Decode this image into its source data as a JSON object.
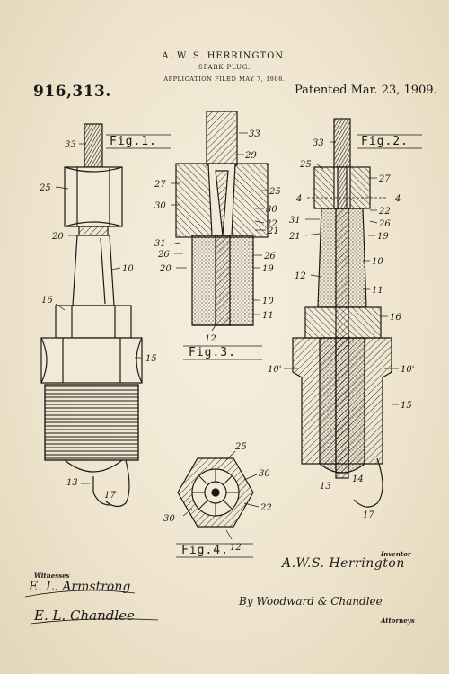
{
  "header": {
    "inventor_caps": "A. W. S. HERRINGTON.",
    "title": "SPARK PLUG.",
    "filed": "APPLICATION FILED MAY 7, 1908.",
    "patent_number": "916,313.",
    "patented": "Patented Mar. 23, 1909."
  },
  "figures": {
    "fig1": "Fig.1.",
    "fig2": "Fig.2.",
    "fig3": "Fig.3.",
    "fig4": "Fig.4."
  },
  "labels": {
    "fig1": [
      "33",
      "25",
      "20",
      "10",
      "16",
      "15",
      "13",
      "17"
    ],
    "fig3": [
      "33",
      "29",
      "27",
      "25",
      "30",
      "30",
      "22",
      "21",
      "31",
      "26",
      "26",
      "20",
      "19",
      "10",
      "12",
      "11"
    ],
    "fig2": [
      "33",
      "25",
      "27",
      "4",
      "4",
      "22",
      "31",
      "26",
      "21",
      "19",
      "12",
      "10",
      "11",
      "16",
      "10'",
      "10'",
      "15",
      "13",
      "14",
      "17"
    ],
    "fig4": [
      "25",
      "30",
      "30",
      "22",
      "12"
    ]
  },
  "signatures": {
    "witnesses_title": "Witnesses",
    "witness_1": "E. L. Armstrong",
    "witness_2": "E. L. Chandlee",
    "inventor_title": "Inventor",
    "inventor_name": "A.W.S. Herrington",
    "by_attorneys": "By Woodward & Chandlee",
    "attorneys_title": "Attorneys"
  },
  "colors": {
    "paper": "#efe6d3",
    "ink": "#1c1a17"
  }
}
